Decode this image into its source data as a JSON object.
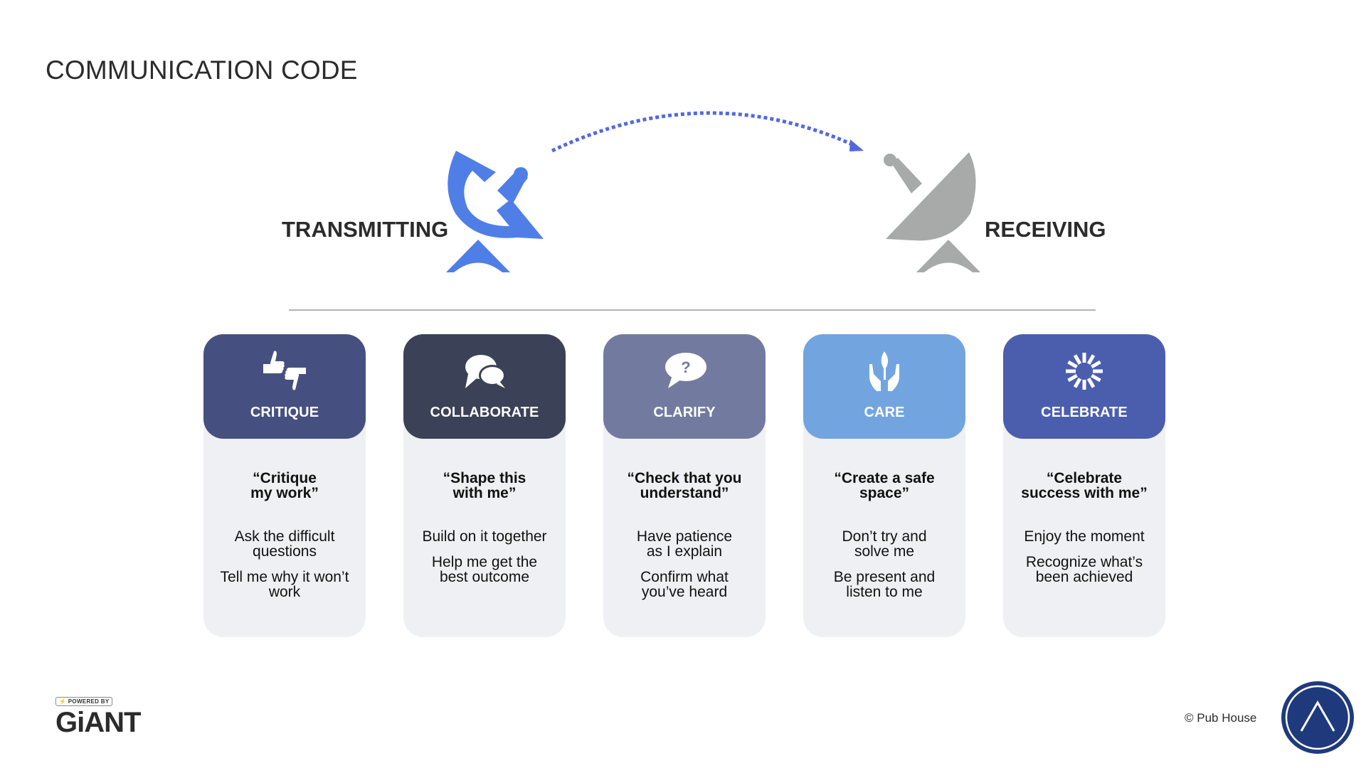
{
  "page": {
    "title": "COMMUNICATION CODE"
  },
  "diagram": {
    "left_label": "TRANSMITTING",
    "right_label": "RECEIVING",
    "transmit_icon": "satellite-dish-transmitting-icon",
    "receive_icon": "satellite-dish-receiving-icon",
    "arrow": "dotted-arc-arrow",
    "colors": {
      "transmit": "#4f7fe6",
      "receive": "#a8aaa9",
      "arrow": "#5368e0"
    }
  },
  "cards": [
    {
      "title": "CRITIQUE",
      "icon": "thumbs-up-down-icon",
      "color": "#465080",
      "quote": "“Critique my work”",
      "quote_lines": [
        "“Critique",
        "my work”"
      ],
      "points": [
        "Ask the difficult questions",
        "Tell me why it won’t work"
      ],
      "point_lines": [
        [
          "Ask the difficult",
          "questions"
        ],
        [
          "Tell me why it won’t",
          "work"
        ]
      ]
    },
    {
      "title": "COLLABORATE",
      "icon": "speech-bubbles-icon",
      "color": "#3b4156",
      "quote": "“Shape this with me”",
      "quote_lines": [
        "“Shape this",
        "with me”"
      ],
      "points": [
        "Build on it together",
        "Help me get the best outcome"
      ],
      "point_lines": [
        [
          "Build on it together"
        ],
        [
          "Help me get the",
          "best outcome"
        ]
      ]
    },
    {
      "title": "CLARIFY",
      "icon": "question-bubble-icon",
      "color": "#727b9f",
      "quote": "“Check that you understand”",
      "quote_lines": [
        "“Check that you",
        "understand”"
      ],
      "points": [
        "Have patience as I explain",
        "Confirm what you’ve heard"
      ],
      "point_lines": [
        [
          "Have patience",
          "as I explain"
        ],
        [
          "Confirm what",
          "you’ve heard"
        ]
      ]
    },
    {
      "title": "CARE",
      "icon": "hands-plant-icon",
      "color": "#72a4e0",
      "quote": "“Create a safe space”",
      "quote_lines": [
        "“Create a safe",
        "space”"
      ],
      "points": [
        "Don’t try and solve me",
        "Be present and listen to me"
      ],
      "point_lines": [
        [
          "Don’t try and",
          "solve me"
        ],
        [
          "Be present and",
          "listen to me"
        ]
      ]
    },
    {
      "title": "CELEBRATE",
      "icon": "burst-icon",
      "color": "#4b5eae",
      "quote": "“Celebrate success with me”",
      "quote_lines": [
        "“Celebrate",
        "success with me”"
      ],
      "points": [
        "Enjoy the moment",
        "Recognize what’s been achieved"
      ],
      "point_lines": [
        [
          "Enjoy the moment"
        ],
        [
          "Recognize what’s",
          "been achieved"
        ]
      ]
    }
  ],
  "footer": {
    "powered_by": "POWERED BY",
    "brand": "GiANT",
    "copyright": "© Pub House",
    "logo_icon": "pub-house-chevron-logo",
    "logo_color": "#1f3a7c"
  }
}
